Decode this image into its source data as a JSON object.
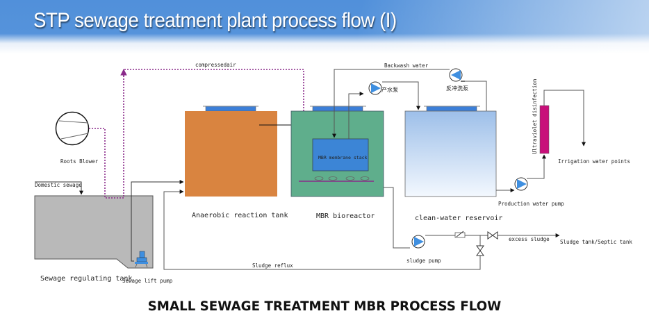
{
  "header": {
    "title": "STP sewage treatment plant process flow (I)"
  },
  "diagram": {
    "labels": {
      "compressed_air": "compressedair",
      "backwash_water": "Backwash water",
      "roots_blower": "Roots Blower",
      "domestic_sewage": "Domestic sewage",
      "sewage_regulating_tank": "Sewage regulating tank",
      "sewage_lift_pump": "Sewage lift pump",
      "anaerobic_tank": "Anaerobic reaction tank",
      "mbr_bioreactor": "MBR bioreactor",
      "mbr_membrane_stack": "MBR membrane stack",
      "clean_water_reservoir": "clean-water reservoir",
      "production_pump_cn": "产水泵",
      "backwash_pump_cn": "反冲洗泵",
      "uv_disinfection": "Ultraviolet disinfection",
      "irrigation_points": "Irrigation water points",
      "production_water_pump": "Production water pump",
      "sludge_pump": "sludge pump",
      "excess_sludge": "excess sludge",
      "sludge_tank": "Sludge tank/Septic tank",
      "sludge_reflux": "Sludge reflux"
    },
    "colors": {
      "anaerobic_tank": "#d98440",
      "mbr_tank": "#5fae8c",
      "membrane": "#3c85d6",
      "lid": "#3c7fd8",
      "clean_water_top": "#a4c3ea",
      "regulating_tank": "#b9b9b9",
      "uv": "#c8107a",
      "air_line": "#8a2a8a"
    }
  },
  "footer": {
    "caption": "SMALL SEWAGE TREATMENT MBR PROCESS FLOW"
  }
}
